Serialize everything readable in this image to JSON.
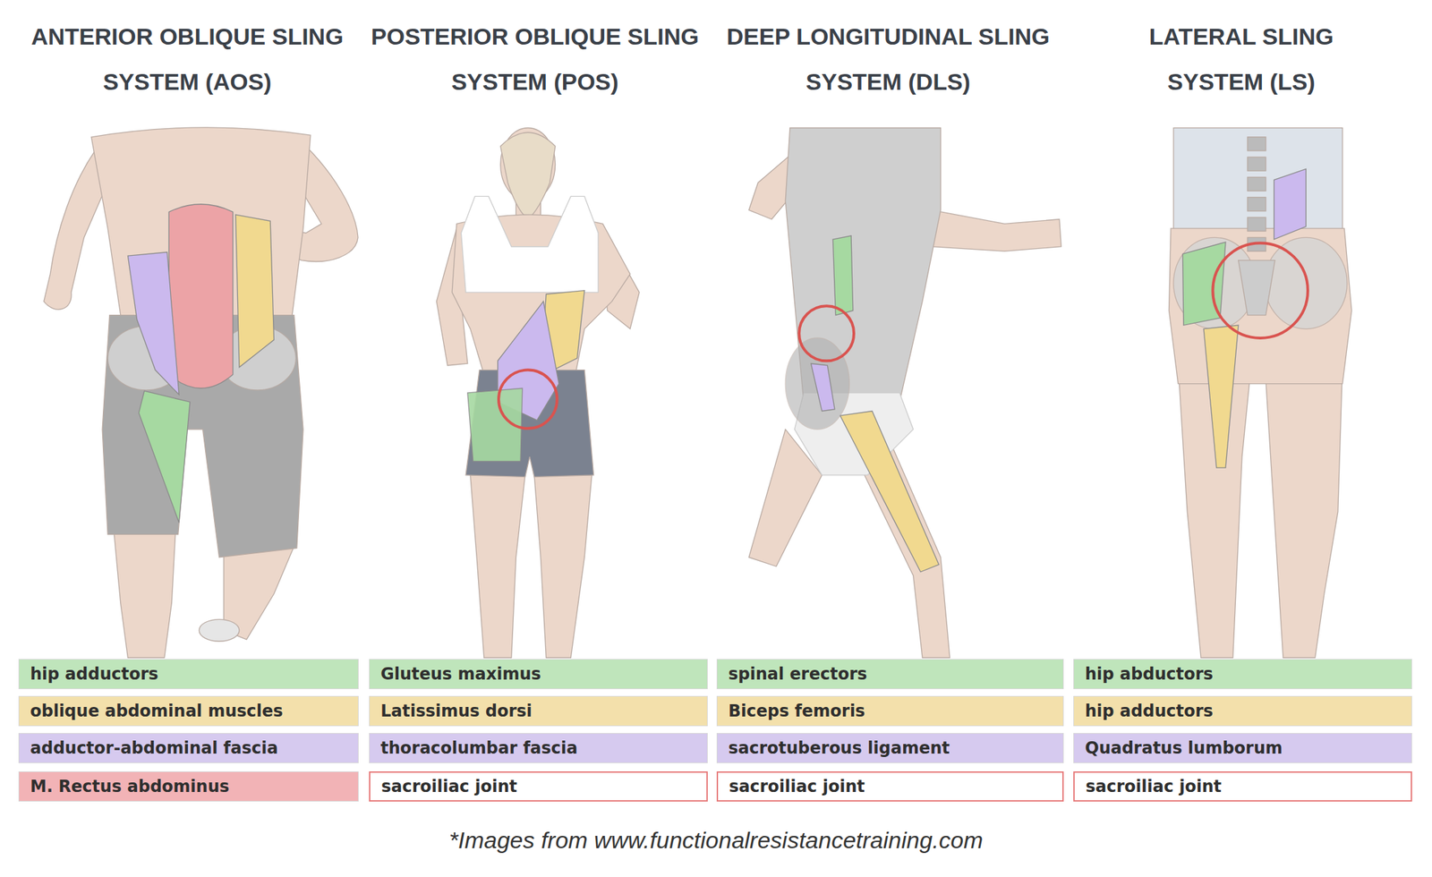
{
  "diagram": {
    "caption": "*Images from www.functionalresistancetraining.com",
    "nodes": [
      {
        "text": [
          "hip adductors"
        ]
      },
      {
        "text": [
          "oblique abdominal muscles"
        ]
      },
      {
        "text": [
          "adductor-abdominal fascia"
        ]
      },
      {
        "text": [
          "M. Rectus abdominus"
        ]
      },
      {
        "text": [
          "Gluteus maximus"
        ]
      },
      {
        "text": [
          "Latissimus dorsi"
        ]
      },
      {
        "text": [
          "thoracolumbar fascia"
        ]
      },
      {
        "text": [
          "sacroiliac joint"
        ]
      },
      {
        "text": [
          "spinal erectors"
        ]
      },
      {
        "text": [
          "Biceps femoris"
        ]
      },
      {
        "text": [
          "sacrotuberous ligament"
        ]
      },
      {
        "text": [
          "sacroiliac joint"
        ]
      },
      {
        "text": [
          "hip abductors"
        ]
      },
      {
        "text": [
          "hip adductors"
        ]
      },
      {
        "text": [
          "Quadratus lumborum"
        ]
      },
      {
        "text": [
          "sacroiliac joint"
        ]
      }
    ],
    "labels": [
      "ANTERIOR OBLIQUE SLING SYSTEM (AOS)",
      "POSTERIOR OBLIQUE SLING SYSTEM (POS)",
      "DEEP LONGITUDINAL SLING SYSTEM (DLS)",
      "LATERAL SLING SYSTEM (LS)"
    ]
  }
}
